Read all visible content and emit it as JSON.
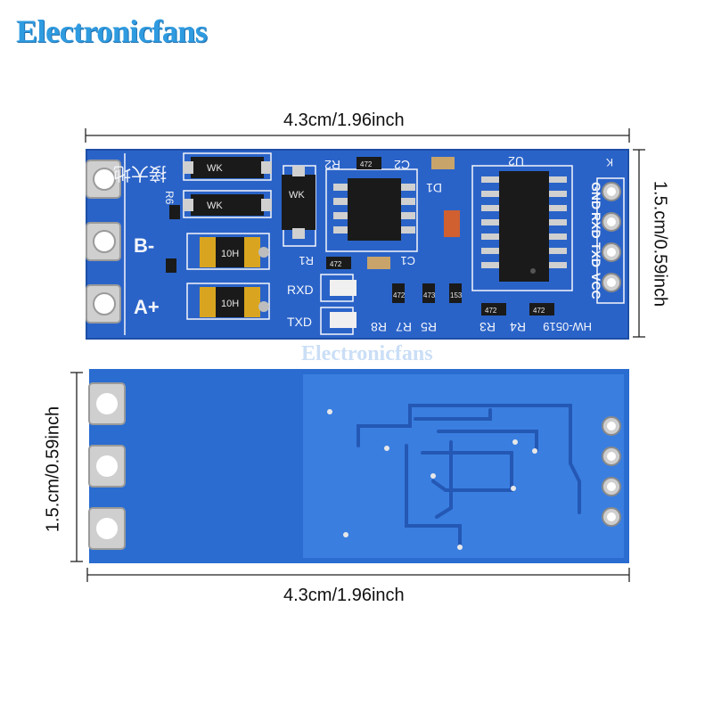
{
  "brand": {
    "logo_text": "Electronicfans",
    "watermark": "Electronicfans"
  },
  "dimensions": {
    "top_width": "4.3cm/1.96inch",
    "right_height": "1.5.cm/0.59inch",
    "left_height": "1.5.cm/0.59inch",
    "bottom_width": "4.3cm/1.96inch"
  },
  "pcb_front": {
    "pins_right": [
      "GND",
      "RXD",
      "TXD",
      "VCC"
    ],
    "pins_left": [
      "B-",
      "A+"
    ],
    "labels": {
      "cn": "接大地",
      "r2": "R2",
      "c2": "C2",
      "d1": "D1",
      "u2": "U2",
      "r1": "R1",
      "c1": "C1",
      "rxd_led": "RXD",
      "txd_led": "TXD",
      "r5": "R5",
      "r7": "R7",
      "r8": "R8",
      "r6": "R6",
      "r3": "R3",
      "r4": "R4",
      "model": "HW-0519",
      "wk1": "WK",
      "wk2": "WK",
      "wk3": "WK",
      "fuse1": "10H",
      "fuse2": "10H",
      "res472_a": "472",
      "res472_b": "472",
      "res472_c": "472",
      "res472_d": "472",
      "res472_e": "472",
      "res473": "473",
      "res153": "153",
      "k": "K"
    }
  },
  "colors": {
    "pcb": "#2a63c8",
    "pcb_light": "#3a7ee0",
    "silk": "#f4f6fb",
    "pad": "#c9c9c9",
    "ic": "#1a1a1a"
  }
}
